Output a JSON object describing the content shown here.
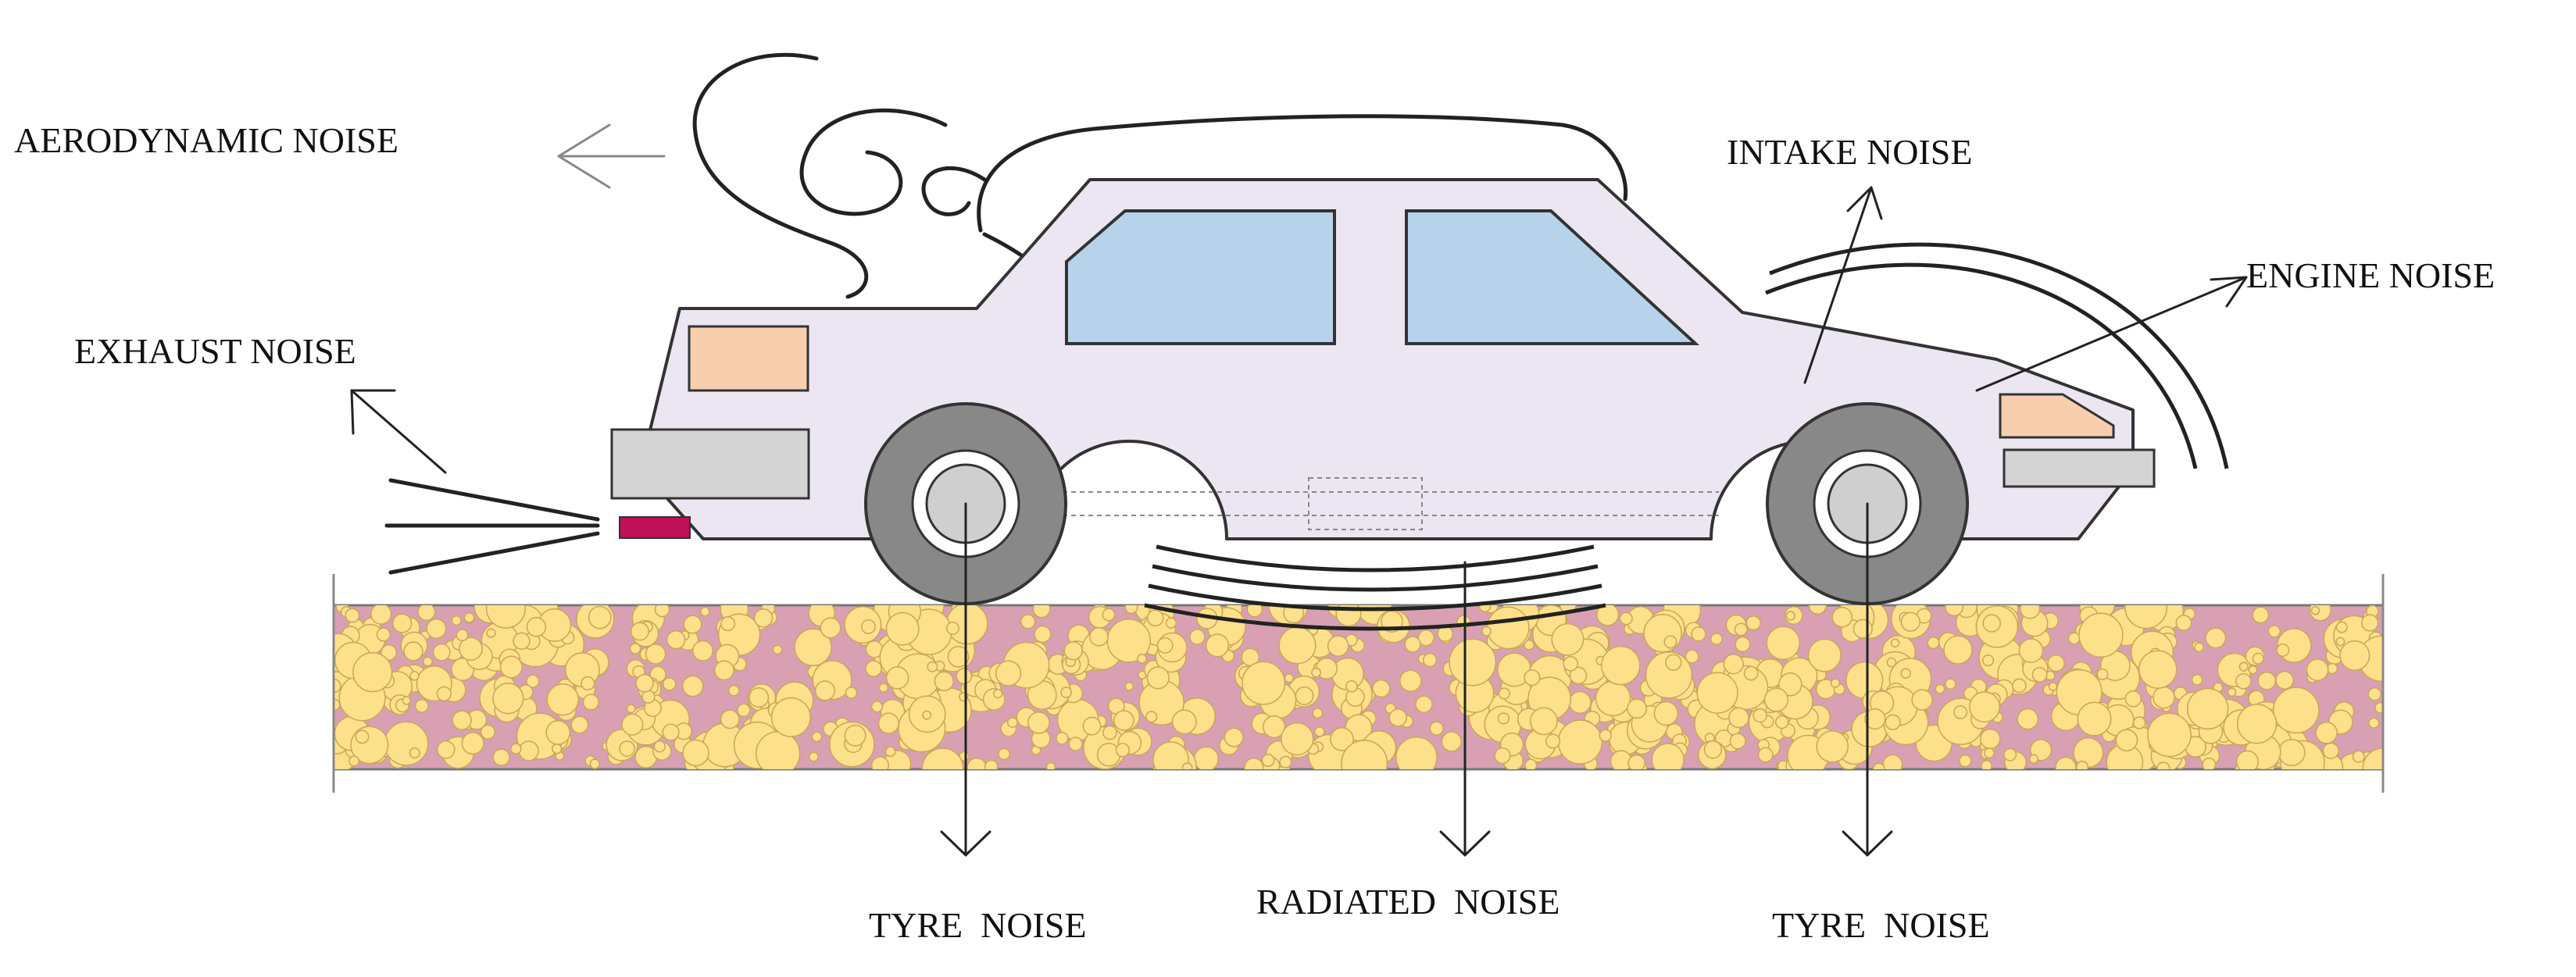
{
  "labels": {
    "aerodynamic": "AERODYNAMIC NOISE",
    "exhaust": "EXHAUST NOISE",
    "intake": "INTAKE NOISE",
    "engine": "ENGINE NOISE",
    "tyre_left": "TYRE  NOISE",
    "radiated": "RADIATED  NOISE",
    "tyre_right": "TYRE  NOISE"
  },
  "colors": {
    "car_body": "#ebe6f2",
    "windows": "#b7d3ec",
    "lamps": "#f7cfae",
    "bumpers": "#d4d4d4",
    "exhaust_pipe": "#c0105a",
    "tyre": "#888888",
    "hub": "#cfcfcf",
    "road_binder": "#d9a0b4",
    "aggregate": "#fce08a"
  },
  "icons": [
    "arrow-icon",
    "wind-swirl-icon",
    "sound-wave-icon"
  ]
}
